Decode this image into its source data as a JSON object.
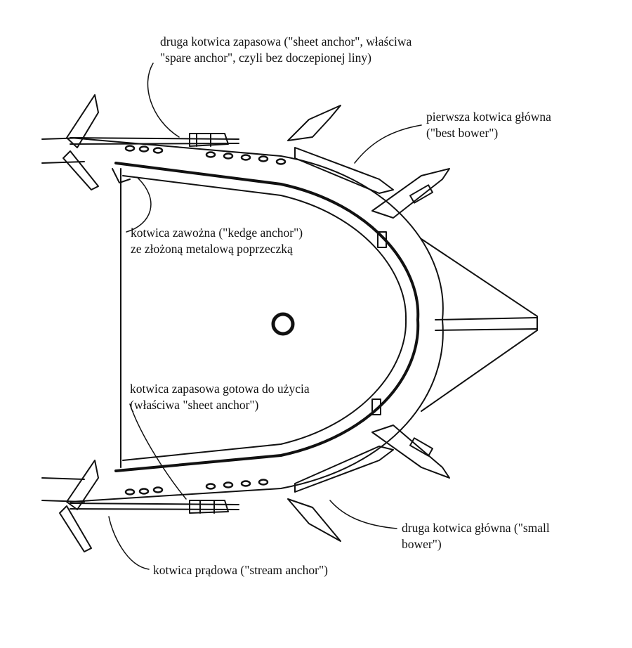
{
  "labels": {
    "sheet_anchor_spare": {
      "line1": "druga kotwica zapasowa (\"sheet anchor\", właściwa",
      "line2": "\"spare anchor\", czyli bez doczepionej liny)"
    },
    "best_bower": {
      "line1": "pierwsza kotwica główna",
      "line2": "(\"best bower\")"
    },
    "kedge_anchor": {
      "line1": "kotwica zawożna (\"kedge anchor\")",
      "line2": "ze złożoną metalową poprzeczką"
    },
    "sheet_anchor_ready": {
      "line1": "kotwica zapasowa gotowa do użycia",
      "line2": "(właściwa \"sheet anchor\")"
    },
    "small_bower": {
      "line1": "druga kotwica główna (\"small",
      "line2": "bower\")"
    },
    "stream_anchor": {
      "line1": "kotwica prądowa (\"stream anchor\")"
    }
  },
  "colors": {
    "ink": "#111111",
    "paper": "#ffffff"
  }
}
